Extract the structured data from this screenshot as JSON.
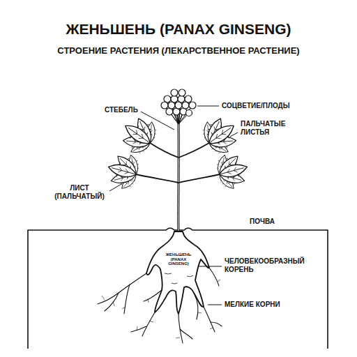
{
  "diagram": {
    "title": "ЖЕНЬШЕНЬ (PANAX GINSENG)",
    "labels": [
      "СТРОЕНИЕ РАСТЕНИЯ (ЛЕКАРСТВЕННОЕ РАСТЕНИЕ)",
      "СОЦВЕТИЕ/ПЛОДЫ",
      "СТЕБЕЛЬ",
      "ПАЛЬЧАТЫЕ ЛИСТЬЯ",
      "ЛИСТ (ПАЛЬЧАТЫЙ)",
      "ПОЧВА",
      "ЖЕНЬШЕНЬ (PANAX GINSENG)",
      "ЧЕЛОВЕКООБРАЗНЫЙ КОРЕНЬ",
      "МЕЛКИЕ КОРНИ"
    ]
  }
}
